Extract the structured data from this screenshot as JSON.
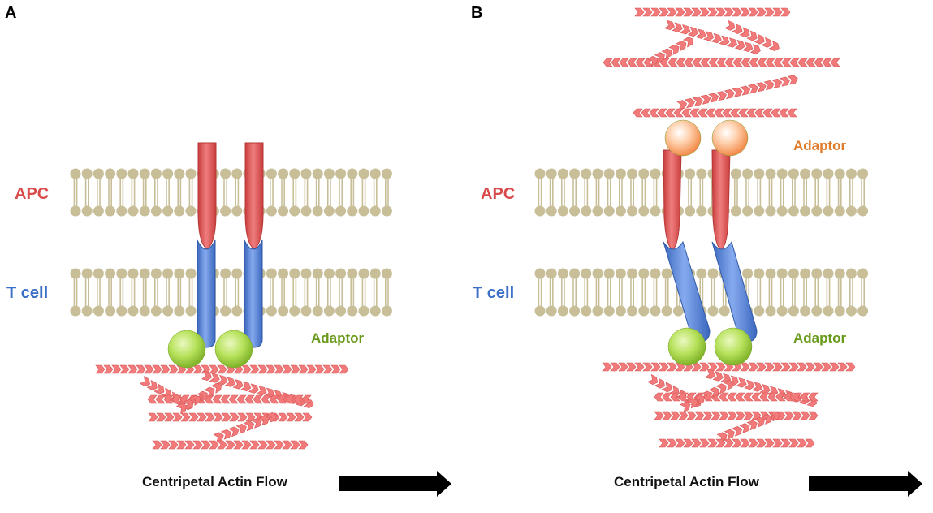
{
  "colors": {
    "apc": "#d94a4a",
    "tcell": "#3a6ec7",
    "adaptor_green": "#6a9a1c",
    "adaptor_orange": "#e07b2a",
    "lipid": "#c8bf99",
    "actin": "#f27a7a",
    "arrow": "#000000"
  },
  "panels": [
    {
      "letter": "A",
      "apc_label": "APC",
      "tcell_label": "T cell",
      "adaptor_label": "Adaptor",
      "caption": "Centripetal Actin Flow"
    },
    {
      "letter": "B",
      "apc_label": "APC",
      "tcell_label": "T cell",
      "adaptor_top_label": "Adaptor",
      "adaptor_bottom_label": "Adaptor",
      "caption": "Centripetal Actin Flow"
    }
  ]
}
